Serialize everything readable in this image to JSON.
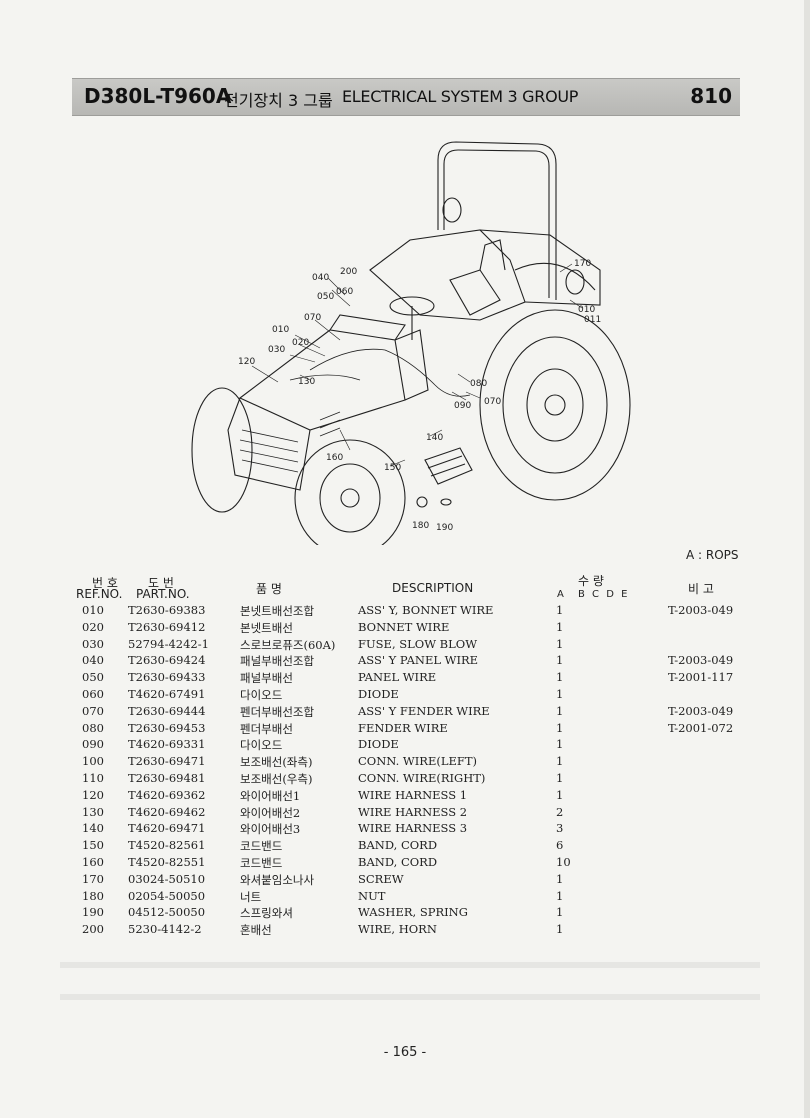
{
  "header": {
    "model": "D380L-T960A",
    "title_korean": "전기장치 3 그룹",
    "title_english": "ELECTRICAL SYSTEM 3 GROUP",
    "group_number": "810"
  },
  "diagram": {
    "callouts": [
      "040",
      "200",
      "050",
      "060",
      "070",
      "010",
      "020",
      "030",
      "120",
      "130",
      "170",
      "010",
      "011",
      "080",
      "090",
      "070",
      "140",
      "160",
      "150",
      "180",
      "190"
    ]
  },
  "note": "A : ROPS",
  "table": {
    "headers": {
      "ref_korean": "번 호",
      "ref": "REF.NO.",
      "part_korean": "도 번",
      "part": "PART.NO.",
      "name_korean": "품 명",
      "description": "DESCRIPTION",
      "qty_korean": "수 량",
      "qty_a": "A",
      "qty_cols": "B C D E",
      "remark_korean": "비 고"
    },
    "rows": [
      {
        "ref": "010",
        "part": "T2630-69383",
        "kname": "본넷트배선조합",
        "desc": "ASS' Y, BONNET WIRE",
        "qty": "1",
        "remark": "T-2003-049"
      },
      {
        "ref": "020",
        "part": "T2630-69412",
        "kname": "본넷트배선",
        "desc": "BONNET WIRE",
        "qty": "1",
        "remark": ""
      },
      {
        "ref": "030",
        "part": "52794-4242-1",
        "kname": "스로브로퓨즈(60A)",
        "desc": "FUSE, SLOW BLOW",
        "qty": "1",
        "remark": ""
      },
      {
        "ref": "040",
        "part": "T2630-69424",
        "kname": "패널부배선조합",
        "desc": "ASS' Y PANEL WIRE",
        "qty": "1",
        "remark": "T-2003-049"
      },
      {
        "ref": "050",
        "part": "T2630-69433",
        "kname": "패널부배선",
        "desc": "PANEL WIRE",
        "qty": "1",
        "remark": "T-2001-117"
      },
      {
        "ref": "060",
        "part": "T4620-67491",
        "kname": "다이오드",
        "desc": "DIODE",
        "qty": "1",
        "remark": ""
      },
      {
        "ref": "070",
        "part": "T2630-69444",
        "kname": "펜더부배선조합",
        "desc": "ASS' Y FENDER WIRE",
        "qty": "1",
        "remark": "T-2003-049"
      },
      {
        "ref": "080",
        "part": "T2630-69453",
        "kname": "펜더부배선",
        "desc": "FENDER WIRE",
        "qty": "1",
        "remark": "T-2001-072"
      },
      {
        "ref": "090",
        "part": "T4620-69331",
        "kname": "다이오드",
        "desc": "DIODE",
        "qty": "1",
        "remark": ""
      },
      {
        "ref": "100",
        "part": "T2630-69471",
        "kname": "보조배선(좌측)",
        "desc": "CONN. WIRE(LEFT)",
        "qty": "1",
        "remark": ""
      },
      {
        "ref": "110",
        "part": "T2630-69481",
        "kname": "보조배선(우측)",
        "desc": "CONN. WIRE(RIGHT)",
        "qty": "1",
        "remark": ""
      },
      {
        "ref": "120",
        "part": "T4620-69362",
        "kname": "와이어배선1",
        "desc": "WIRE HARNESS 1",
        "qty": "1",
        "remark": ""
      },
      {
        "ref": "130",
        "part": "T4620-69462",
        "kname": "와이어배선2",
        "desc": "WIRE HARNESS 2",
        "qty": "2",
        "remark": ""
      },
      {
        "ref": "140",
        "part": "T4620-69471",
        "kname": "와이어배선3",
        "desc": "WIRE HARNESS 3",
        "qty": "3",
        "remark": ""
      },
      {
        "ref": "150",
        "part": "T4520-82561",
        "kname": "코드밴드",
        "desc": "BAND, CORD",
        "qty": "6",
        "remark": ""
      },
      {
        "ref": "160",
        "part": "T4520-82551",
        "kname": "코드밴드",
        "desc": "BAND, CORD",
        "qty": "10",
        "remark": ""
      },
      {
        "ref": "170",
        "part": "03024-50510",
        "kname": "와셔붙임소나사",
        "desc": "SCREW",
        "qty": "1",
        "remark": ""
      },
      {
        "ref": "180",
        "part": "02054-50050",
        "kname": "너트",
        "desc": "NUT",
        "qty": "1",
        "remark": ""
      },
      {
        "ref": "190",
        "part": "04512-50050",
        "kname": "스프링와셔",
        "desc": "WASHER, SPRING",
        "qty": "1",
        "remark": ""
      },
      {
        "ref": "200",
        "part": "5230-4142-2",
        "kname": "혼배선",
        "desc": "WIRE, HORN",
        "qty": "1",
        "remark": ""
      }
    ]
  },
  "page_number": "- 165 -"
}
